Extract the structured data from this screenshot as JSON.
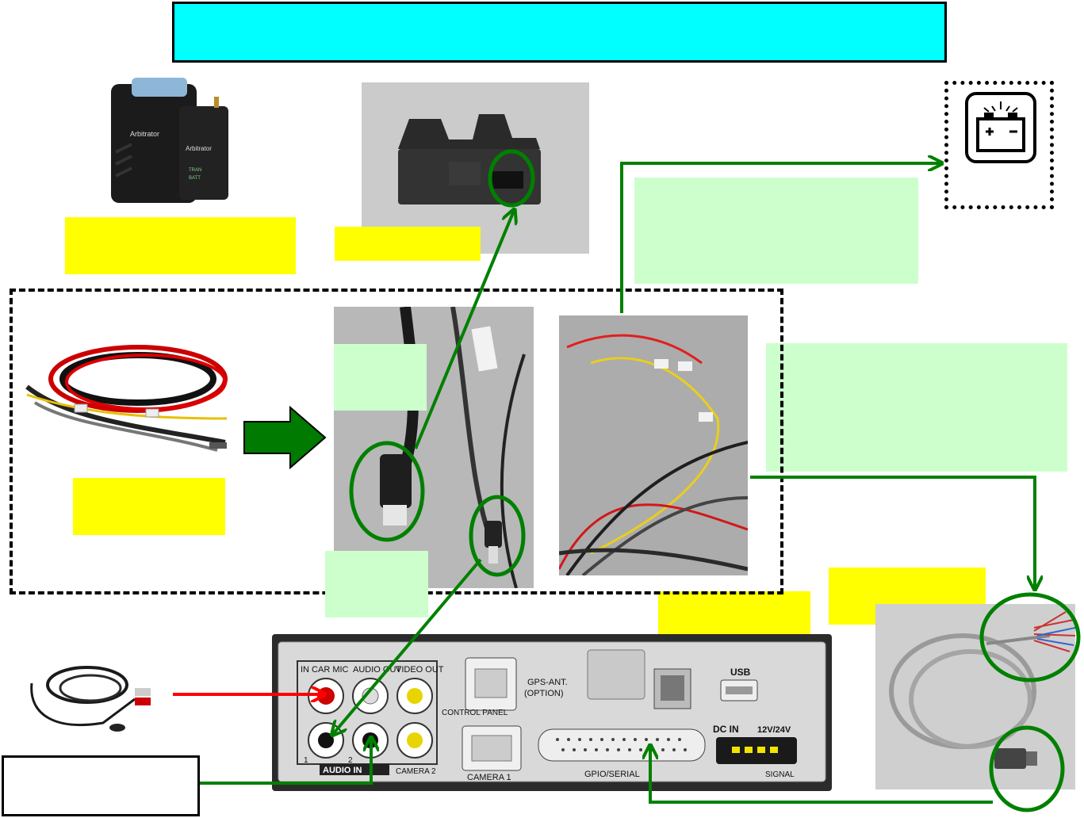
{
  "title_banner": {
    "text": ""
  },
  "labels": {
    "yellow_arbitrator": "",
    "yellow_dock": "",
    "yellow_harness": "",
    "yellow_recorder": "",
    "yellow_cable": "",
    "green_top_right": "",
    "green_right_middle": "",
    "green_rj45": "",
    "green_audio": "",
    "white_bottom_left": ""
  },
  "recorder_panel": {
    "in_car_mic": "IN CAR MIC",
    "audio_out": "AUDIO OUT",
    "video_out": "VIDEO OUT",
    "control_panel": "CONTROL PANEL",
    "gps_ant": "GPS-ANT.",
    "gps_option": "(OPTION)",
    "usb": "USB",
    "dc_in": "DC IN",
    "voltage": "12V/24V",
    "signal": "SIGNAL",
    "audio_in": "AUDIO IN",
    "audio_in_1": "1",
    "audio_in_2": "2",
    "camera_2": "CAMERA 2",
    "camera_1": "CAMERA 1",
    "gpio_serial": "GPIO/SERIAL"
  },
  "device_text": {
    "brand": "Arbitrator",
    "ind_1": "TRAN",
    "ind_2": "BATT"
  },
  "colors": {
    "banner": "#00ffff",
    "yellow": "#ffff00",
    "green_fill": "#ccffcc",
    "connector_green": "#008000",
    "mic_red": "#ff0000",
    "arrow_green": "#007a00"
  }
}
